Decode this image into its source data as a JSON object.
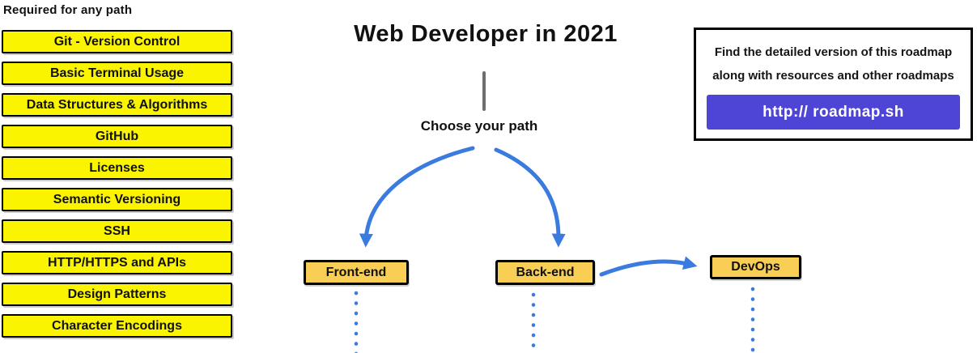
{
  "sidebar": {
    "heading": "Required for any path",
    "items": [
      "Git - Version Control",
      "Basic Terminal Usage",
      "Data Structures & Algorithms",
      "GitHub",
      "Licenses",
      "Semantic Versioning",
      "SSH",
      "HTTP/HTTPS and APIs",
      "Design Patterns",
      "Character Encodings"
    ]
  },
  "center": {
    "title": "Web Developer in 2021",
    "choose_label": "Choose your path",
    "paths": [
      {
        "label": "Front-end"
      },
      {
        "label": "Back-end"
      },
      {
        "label": "DevOps"
      }
    ]
  },
  "info_panel": {
    "line1": "Find the detailed version of this roadmap",
    "line2": "along with resources and other roadmaps",
    "button_label": "http:// roadmap.sh"
  },
  "colors": {
    "yellow": "#faf400",
    "node-fill": "#f9ce55",
    "blue": "#3a7be0",
    "purple": "#4e45d6",
    "gray-line": "#6e6e6e",
    "ink": "#111111"
  }
}
